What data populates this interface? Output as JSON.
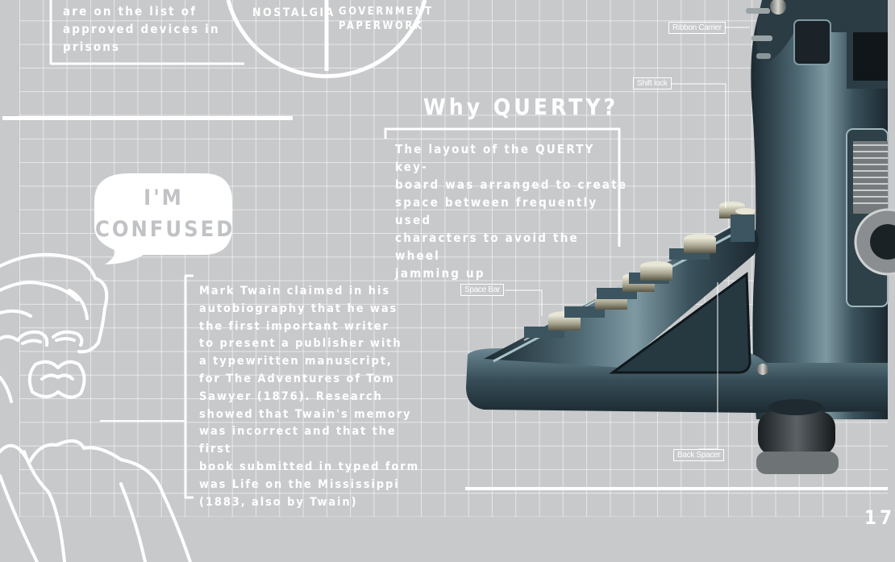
{
  "top_left_text": [
    "are on the list of",
    "approved devices in",
    "prisons"
  ],
  "pie_labels": {
    "left": "NOSTALGIA",
    "right": [
      "GOVERNMENT",
      "PAPERWORK"
    ]
  },
  "querty": {
    "heading": "Why QUERTY?",
    "body": [
      "The layout of the QUERTY key-",
      "board was arranged to create",
      "space between frequently used",
      "characters to avoid the wheel",
      "jamming up"
    ]
  },
  "bubble": [
    "I'M",
    "CONFUSED"
  ],
  "twain": {
    "body": [
      "Mark Twain claimed in his",
      "autobiography that he was",
      "the first important writer",
      "to present a publisher with",
      "a typewritten manuscript,",
      "for The Adventures of Tom",
      "Sawyer (1876). Research",
      "showed that Twain's memory",
      "was incorrect and that the first",
      "book submitted in typed form",
      "was Life on the Mississippi",
      "(1883, also by Twain)"
    ]
  },
  "callouts": {
    "ribbon_carrier": "Ribbon Carrier",
    "shift_lock": "Shift lock",
    "space_bar": "Space Bar",
    "back_spacer": "Back Spacer"
  },
  "page_number": "17",
  "colors": {
    "background": "#c8c9cb",
    "foreground": "#ffffff",
    "machine_body": "#3c5560"
  }
}
